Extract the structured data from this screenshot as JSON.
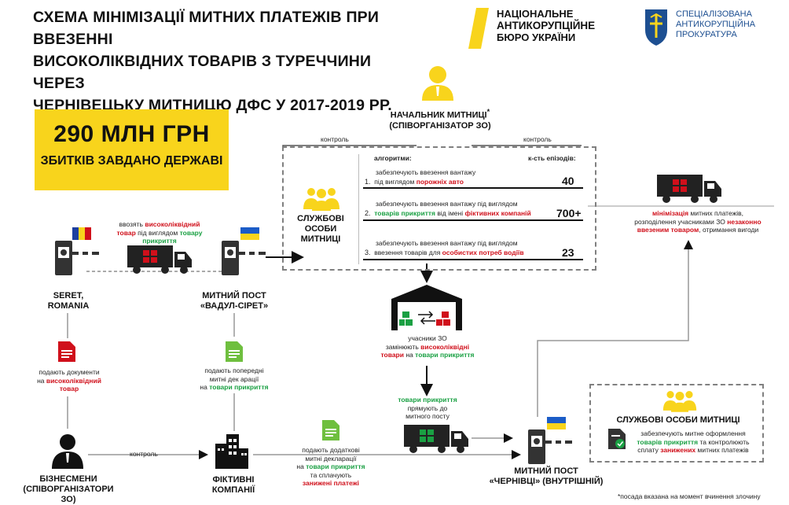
{
  "header": {
    "title_lines": [
      "СХЕМА МІНІМІЗАЦІЇ МИТНИХ ПЛАТЕЖІВ ПРИ ВВЕЗЕННІ",
      "ВИСОКОЛІКВІДНИХ ТОВАРІВ З ТУРЕЧЧИНИ ЧЕРЕЗ",
      "ЧЕРНІВЕЦЬКУ МИТНИЦЮ ДФС У 2017-2019 РР."
    ],
    "nabu": [
      "НАЦІОНАЛЬНЕ",
      "АНТИКОРУПЦІЙНЕ",
      "БЮРО УКРАЇНИ"
    ],
    "sap": [
      "СПЕЦІАЛІЗОВАНА",
      "АНТИКОРУПЦІЙНА",
      "ПРОКУРАТУРА"
    ]
  },
  "damage": {
    "amount": "290 МЛН ГРН",
    "caption": "ЗБИТКІВ ЗАВДАНО ДЕРЖАВІ"
  },
  "chief": {
    "line1": "НАЧАЛЬНИК МИТНИЦІ",
    "star": "*",
    "line2": "(СПІВОРГАНІЗАТОР ЗО)"
  },
  "control_left": "контроль",
  "control_right": "контроль",
  "control_bottom": "контроль",
  "officials": {
    "line1": "СЛУЖБОВІ ОСОБИ",
    "line2": "МИТНИЦІ"
  },
  "algo": {
    "header_left": "алгоритми:",
    "header_right": "к-сть епізодів:",
    "rows": [
      {
        "num": "1.",
        "pre": "забезпечують ввезення вантажу",
        "l2a": "під виглядом ",
        "l2b": "порожніх авто",
        "l2c": "",
        "l2d": "",
        "count": "40"
      },
      {
        "num": "2.",
        "pre": "забезпечують ввезення вантажу під  виглядом",
        "l2a": "",
        "l2b": "товарів прикриття",
        "l2c": " від імені ",
        "l2d": "фіктивних компаній",
        "count": "700+"
      },
      {
        "num": "3.",
        "pre": "забезпечують ввезення вантажу під виглядом",
        "l2a": "ввезення товарів для ",
        "l2b": "особистих потреб водіїв",
        "l2c": "",
        "l2d": "",
        "count": "23"
      }
    ]
  },
  "seret": {
    "line1": "SERET,",
    "line2": "ROMANIA"
  },
  "import_note": {
    "p1": "ввозять ",
    "p2": "високоліквідний",
    "p3": "товар",
    "p4": " під виглядом ",
    "p5": "товару",
    "p6": "прикриття"
  },
  "post_vadul": {
    "line1": "МИТНИЙ ПОСТ",
    "line2": "«ВАДУЛ-СІРЕТ»"
  },
  "docs_note": {
    "l1": "подають документи",
    "l2a": "на ",
    "l2b": "високоліквідний",
    "l3": "товар"
  },
  "prelim_note": {
    "l1": "подають попередні",
    "l2": "митні дек  арації",
    "l3a": "на ",
    "l3b": "товари прикриття"
  },
  "businessmen": {
    "line1": "БІЗНЕСМЕНИ",
    "line2": "(СПІВОРГАНІЗАТОРИ ЗО)"
  },
  "fictive": "ФІКТИВНІ КОМПАНІЇ",
  "extra_note": {
    "l1": "подають додаткові",
    "l2": "митні декларації",
    "l3a": "на ",
    "l3b": "товари прикриття",
    "l4": "та сплачують",
    "l5": "занижені платежі"
  },
  "warehouse_note": {
    "l1": "учасники ЗО",
    "l2a": "замінюють ",
    "l2b": "високоліквідні",
    "l3a": "товари",
    "l3b": " на ",
    "l3c": "товари прикриття"
  },
  "cover_note": {
    "l1": "товари прикриття",
    "l2": "прямують до",
    "l3": "митного посту"
  },
  "post_chernivtsi": {
    "line1": "МИТНИЙ ПОСТ",
    "line2": "«ЧЕРНІВЦІ» (ВНУТРІШНІЙ)"
  },
  "result_note": {
    "l1a": "мінімізація",
    "l1b": " митних платежів,",
    "l2a": "розподілення учасниками ЗО ",
    "l2b": "незаконно",
    "l3a": "ввезеним товаром",
    "l3b": ", отримання вигоди"
  },
  "officials2": {
    "title": "СЛУЖБОВІ ОСОБИ МИТНИЦІ",
    "l1": "забезпечують митне оформлення",
    "l2a": "товарів прикриття",
    "l2b": " та контролюють",
    "l3a": "сплату ",
    "l3b": "занижених",
    "l3c": " митних платежів"
  },
  "footnote": "*посада вказана на момент вчинення злочину",
  "colors": {
    "yellow": "#f8d41c",
    "red": "#d0101b",
    "green": "#1aa043",
    "dash": "#808080",
    "blue": "#1d4f91"
  }
}
